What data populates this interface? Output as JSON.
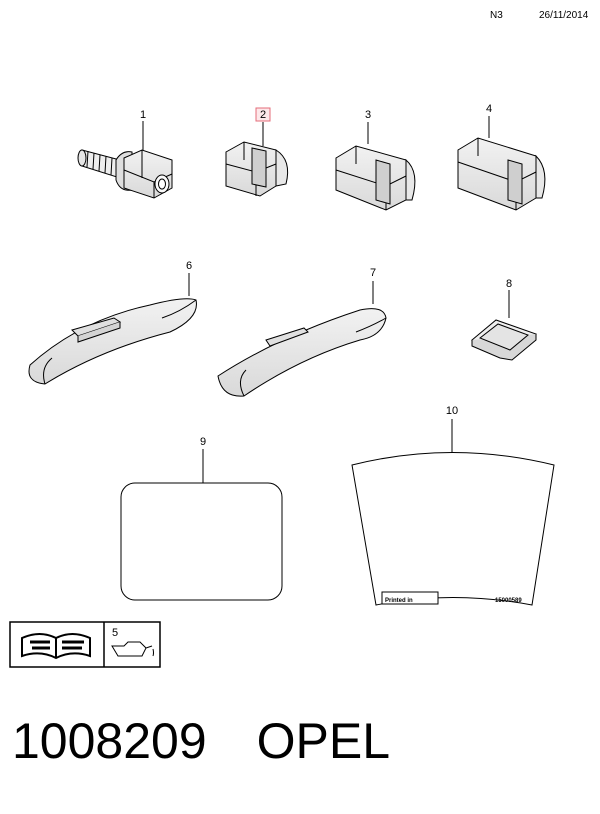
{
  "header": {
    "code": "N3",
    "date": "26/11/2014"
  },
  "parts": [
    {
      "number": "1",
      "name": "wheel bolt"
    },
    {
      "number": "2",
      "name": "bolt cap",
      "highlighted": true
    },
    {
      "number": "3",
      "name": "bolt cap"
    },
    {
      "number": "4",
      "name": "bolt cap"
    },
    {
      "number": "5"
    },
    {
      "number": "6",
      "name": "wheel balance weight"
    },
    {
      "number": "7",
      "name": "wheel balance weight"
    },
    {
      "number": "8",
      "name": "adhesive weight"
    },
    {
      "number": "9",
      "name": "label"
    },
    {
      "number": "10",
      "name": "label"
    }
  ],
  "label10": {
    "printed_in": "Printed in",
    "part_code": "15000589"
  },
  "highlight_color": "#e46c7a",
  "footer": {
    "part_number": "1008209",
    "brand": "OPEL"
  }
}
